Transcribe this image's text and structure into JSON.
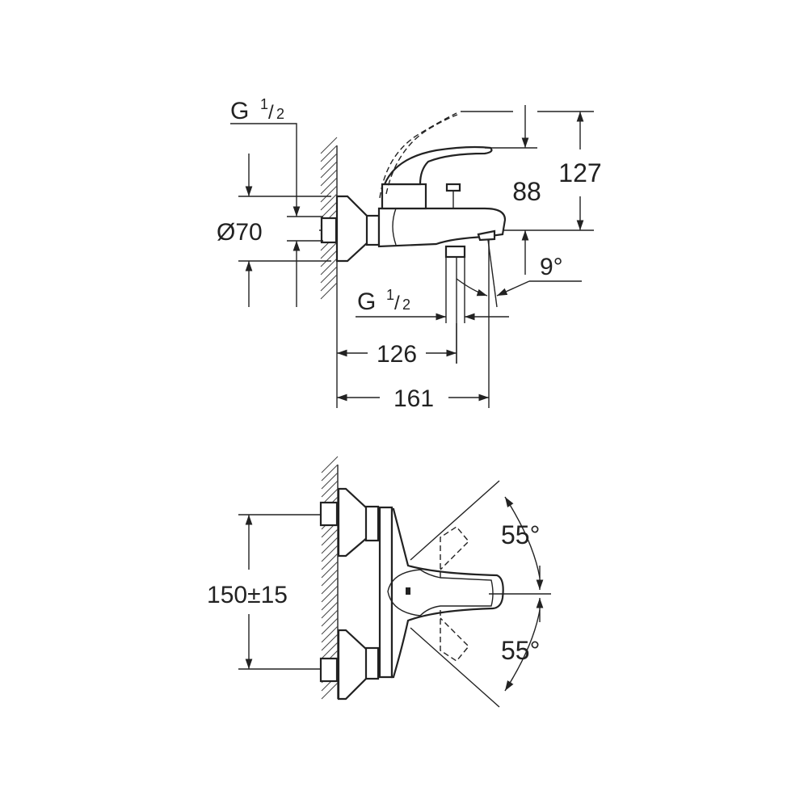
{
  "drawing": {
    "side_view": {
      "dimensions": {
        "thread_top": {
          "main": "G",
          "fraction_num": "1",
          "fraction_den": "2"
        },
        "diameter": "Ø70",
        "height_total": "127",
        "height_lever": "88",
        "angle": "9°",
        "thread_bottom": {
          "main": "G",
          "fraction_num": "1",
          "fraction_den": "2"
        },
        "depth_outlet": "126",
        "depth_spout": "161"
      }
    },
    "top_view": {
      "dimensions": {
        "inlet_spacing": "150±15",
        "angle_up": "55°",
        "angle_down": "55°"
      }
    }
  },
  "colors": {
    "line": "#222222",
    "background": "#ffffff"
  }
}
